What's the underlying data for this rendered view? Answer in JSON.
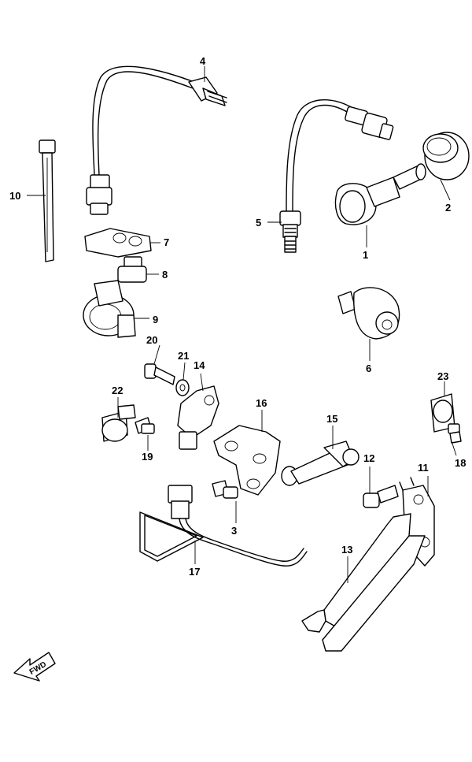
{
  "callouts": {
    "c1": "1",
    "c2": "2",
    "c3": "3",
    "c4": "4",
    "c5": "5",
    "c6": "6",
    "c7": "7",
    "c8": "8",
    "c9": "9",
    "c10": "10",
    "c11": "11",
    "c12": "12",
    "c13": "13",
    "c14": "14",
    "c15": "15",
    "c16": "16",
    "c17": "17",
    "c18": "18",
    "c19": "19",
    "c20": "20",
    "c21": "21",
    "c22": "22",
    "c23": "23"
  },
  "fwd_label": "FWD"
}
